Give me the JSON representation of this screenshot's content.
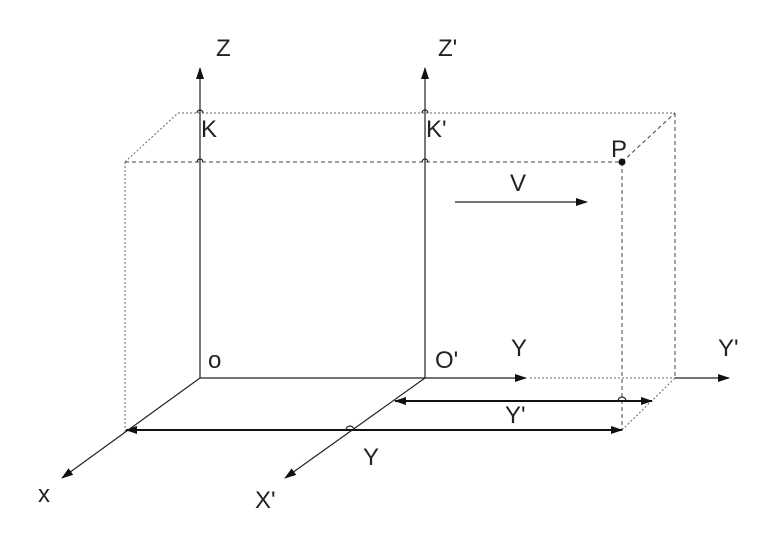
{
  "labels": {
    "z_axis": "Z",
    "z_prime_axis": "Z'",
    "k": "K",
    "k_prime": "K'",
    "point_p": "P",
    "velocity": "V",
    "origin_o": "o",
    "origin_o_prime": "O'",
    "y_axis": "Y",
    "y_prime_axis": "Y'",
    "y_prime_dimension": "Y'",
    "y_dimension": "Y",
    "x_axis": "x",
    "x_prime_axis": "X'"
  }
}
